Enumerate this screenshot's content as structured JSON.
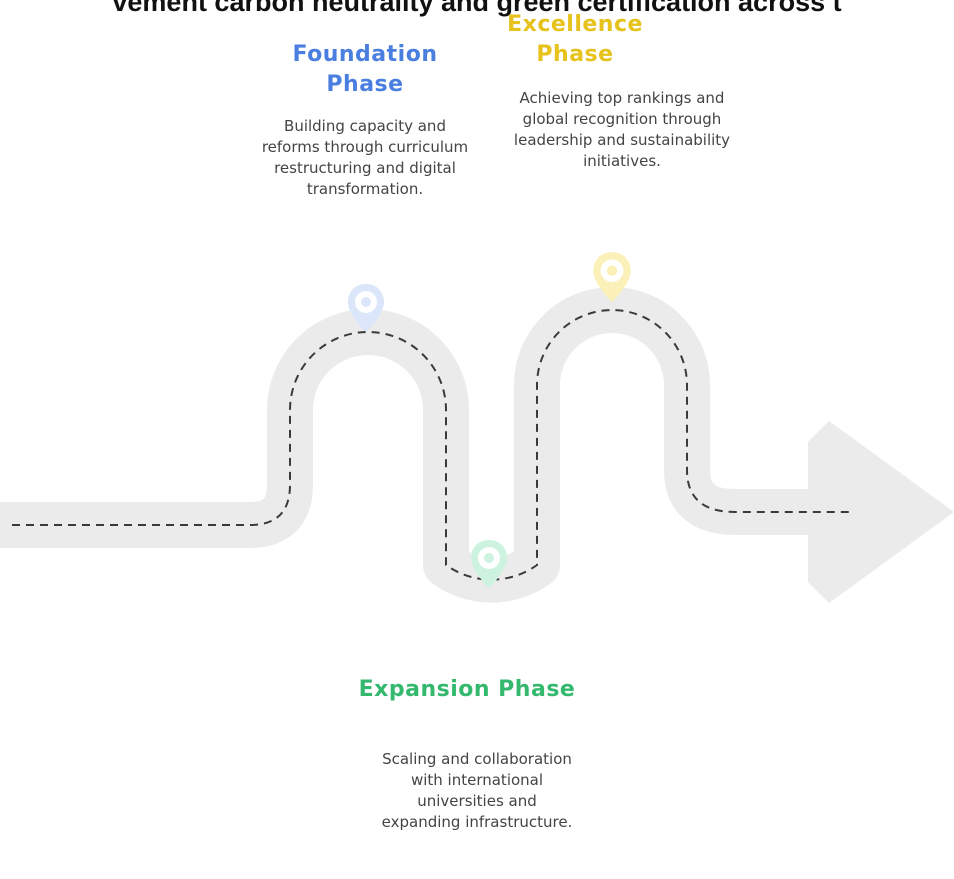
{
  "header": {
    "title": "vement carbon neutrality and green certification across t"
  },
  "colors": {
    "road": "#ebebeb",
    "dash": "#3a3a3a",
    "foundation": "#4a7fe0",
    "expansion": "#33b86e",
    "excellence": "#e6c21a",
    "foundation_pin": "#dbe6fb",
    "expansion_pin": "#cdf3e0",
    "excellence_pin": "#fbf0b8"
  },
  "phases": [
    {
      "title": "Foundation Phase",
      "description": "Building capacity and reforms through curriculum restructuring and digital transformation.",
      "icon": "map-pin-icon"
    },
    {
      "title": "Expansion Phase",
      "description": "Scaling and collaboration with international universities and expanding infrastructure.",
      "icon": "map-pin-icon"
    },
    {
      "title": "Excellence Phase",
      "description": "Achieving top rankings and global recognition through leadership and sustainability initiatives.",
      "icon": "map-pin-icon"
    }
  ]
}
